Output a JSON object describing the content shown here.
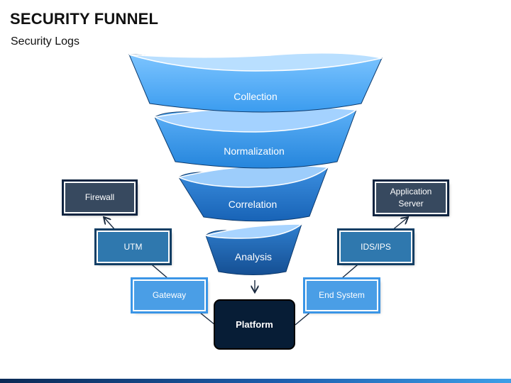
{
  "header": {
    "title": "SECURITY FUNNEL",
    "subtitle": "Security Logs"
  },
  "funnel": {
    "stages": [
      {
        "label": "Collection",
        "color": "#4aa6ef"
      },
      {
        "label": "Normalization",
        "color": "#2f8fe3"
      },
      {
        "label": "Correlation",
        "color": "#1f6fc4"
      },
      {
        "label": "Analysis",
        "color": "#1b5ea6"
      }
    ]
  },
  "platform": {
    "label": "Platform",
    "color": "#071d36"
  },
  "left_boxes": {
    "firewall": "Firewall",
    "utm": "UTM",
    "gateway": "Gateway"
  },
  "right_boxes": {
    "application_server": "Application Server",
    "ids_ips": "IDS/IPS",
    "end_system": "End System"
  },
  "colors": {
    "dark_box": "#37495f",
    "mid_box": "#2f78ae",
    "light_box": "#4a9ee6",
    "connector": "#1a2a3f"
  }
}
